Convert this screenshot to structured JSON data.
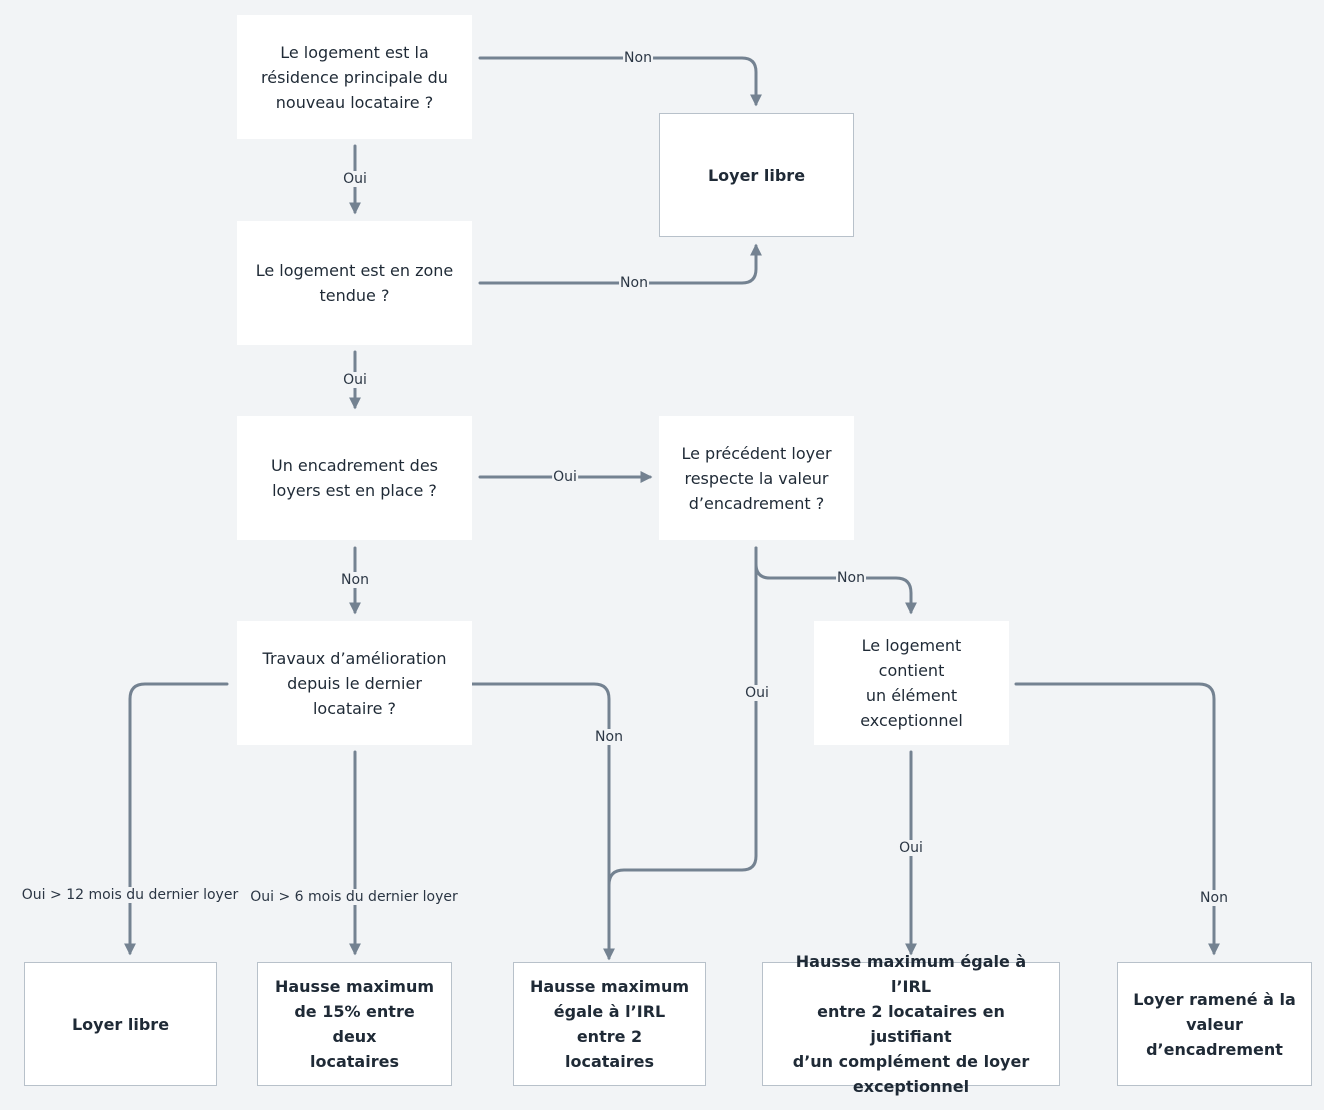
{
  "colors": {
    "background": "#f2f4f6",
    "node_fill": "#ffffff",
    "connector": "#748291",
    "result_border": "#b8c1ca",
    "text": "#1f2a36"
  },
  "nodes": {
    "residence_principale": "Le logement est la\nrésidence principale du\nnouveau locataire ?",
    "loyer_libre_top": "Loyer libre",
    "zone_tendue": "Le logement est en zone\ntendue ?",
    "encadrement_place": "Un encadrement des\nloyers est en place ?",
    "precedent_loyer": "Le précédent loyer\nrespecte la valeur\nd’encadrement ?",
    "travaux": "Travaux d’amélioration\ndepuis le dernier\nlocataire ?",
    "element_exceptionnel": "Le logement contient\nun élément\nexceptionnel",
    "loyer_libre_bottom": "Loyer libre",
    "hausse_15": "Hausse maximum\nde 15% entre deux\nlocataires",
    "hausse_irl": "Hausse maximum\négale à l’IRL entre 2\nlocataires",
    "hausse_irl_complement": "Hausse maximum égale à l’IRL\nentre 2 locataires en justifiant\nd’un complément de loyer\nexceptionnel",
    "loyer_ramene": "Loyer ramené à la\nvaleur\nd’encadrement"
  },
  "edge_labels": {
    "residence_non": "Non",
    "residence_oui": "Oui",
    "zone_non": "Non",
    "zone_oui": "Oui",
    "encadrement_oui": "Oui",
    "encadrement_non": "Non",
    "precedent_non": "Non",
    "precedent_oui": "Oui",
    "travaux_12_mois": "Oui > 12 mois du dernier loyer",
    "travaux_6_mois": "Oui > 6 mois du dernier loyer",
    "travaux_non": "Non",
    "exceptionnel_oui": "Oui",
    "exceptionnel_non": "Non"
  }
}
